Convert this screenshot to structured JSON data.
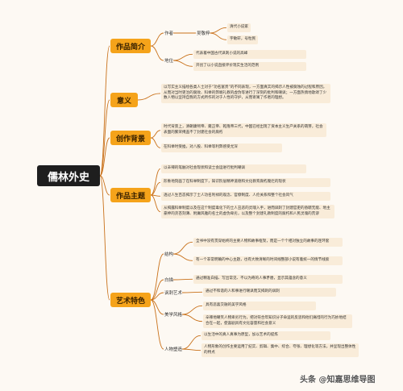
{
  "root": "儒林外史",
  "branches": {
    "intro": {
      "label": "作品简介",
      "author": {
        "label": "作者",
        "name": "吴敬梓",
        "details": [
          "清代小说家",
          "字敏轩，号粒民"
        ]
      },
      "status": {
        "label": "地位",
        "items": [
          "代表着中国古代讽刺小说的高峰",
          "开创了以小说直接评价现实生活的范例"
        ]
      }
    },
    "meaning": {
      "label": "意义",
      "text": "以写实主义描绘各类人士对于“功名富贵”的不同表现，一方面真实的揭示人性被腐蚀的过程和原因，从而对当时吏治的腐败、科举的弊端礼教的虚伪等进行了深刻的批判和嘲讽；一方面热情地歌颂了少数人物以坚持自我的方式所作的对于人性的守护，从而寄寓了作者的理想。"
    },
    "background": {
      "label": "创作背景",
      "items": [
        "时代背景上，清朝康熙帝、雍正帝、乾隆帝三代，中国已经出现了资本主义生产关系的萌芽，社会表面的繁荣掩盖不了封建社会的腐朽",
        "在科举时受挫，对八股、科举等利弊感受尤深"
      ]
    },
    "theme": {
      "label": "作品主题",
      "items": [
        "以辛辣的笔触对社会现状和读士会运进行批判嘲讽",
        "形象地刻画了在科举制度下，知识阶层精神道德和文化教育腐朽糜烂的现状",
        "透过人生百态揭示了士人功名利禄的观念、官僚制度、人伦关系和整个社会风气",
        "从揭露科举制度以及在这个制度毒化下的士人丑恶的灵魂入手，进而讽刺了封建官吏的昏聩无能、地主豪绅的贪吝刻薄、附庸风雅的名士的虚伪卑劣，以及整个封建礼教制度的腐朽和人民灵魂的荒谬"
      ]
    },
    "art": {
      "label": "艺术特色",
      "structure": {
        "label": "结构",
        "items": [
          "全书中没有贯穿始终的主要人物和故事框架，而是一个个相对独立的故事的连环套",
          "有一个非常明确的中心主题，也有大致清晰的时间线整部小说有着统一的情节线索"
        ]
      },
      "white": {
        "label": "白描",
        "items": [
          "通过精准白描、写出常见、不以为奇的人事矛盾，显示其蕴含的意义"
        ]
      },
      "satire": {
        "label": "讽刺艺术",
        "items": [
          "通过不和谐的人和事进行嘲讽而又揭刺的讽刺"
        ]
      },
      "beauty": {
        "label": "美学风格",
        "items": [
          "具有悲喜交融的美学风格",
          "辛辣地嘲笑人物卑劣行为，把对符合年知识分子命运的反思和他们痛惜的行为巧妙地结合在一起，使喜剧具有文化容量和社会意义"
        ]
      },
      "portray": {
        "label": "人物塑造",
        "items": [
          "以生活中的真人真事为原型，加以艺术的提炼",
          "人物形象的创作主要运用了纪实、剪辑、集中、综合、夸张、理想化等方法，并呈现出整体性的特点"
        ]
      }
    }
  },
  "watermark": "头条 @知嘉思维导图",
  "colors": {
    "root": "#1e1e1e",
    "branch": "#f5a31a",
    "leaf_bg": "#f9ecd9",
    "line": "#c9711a"
  }
}
